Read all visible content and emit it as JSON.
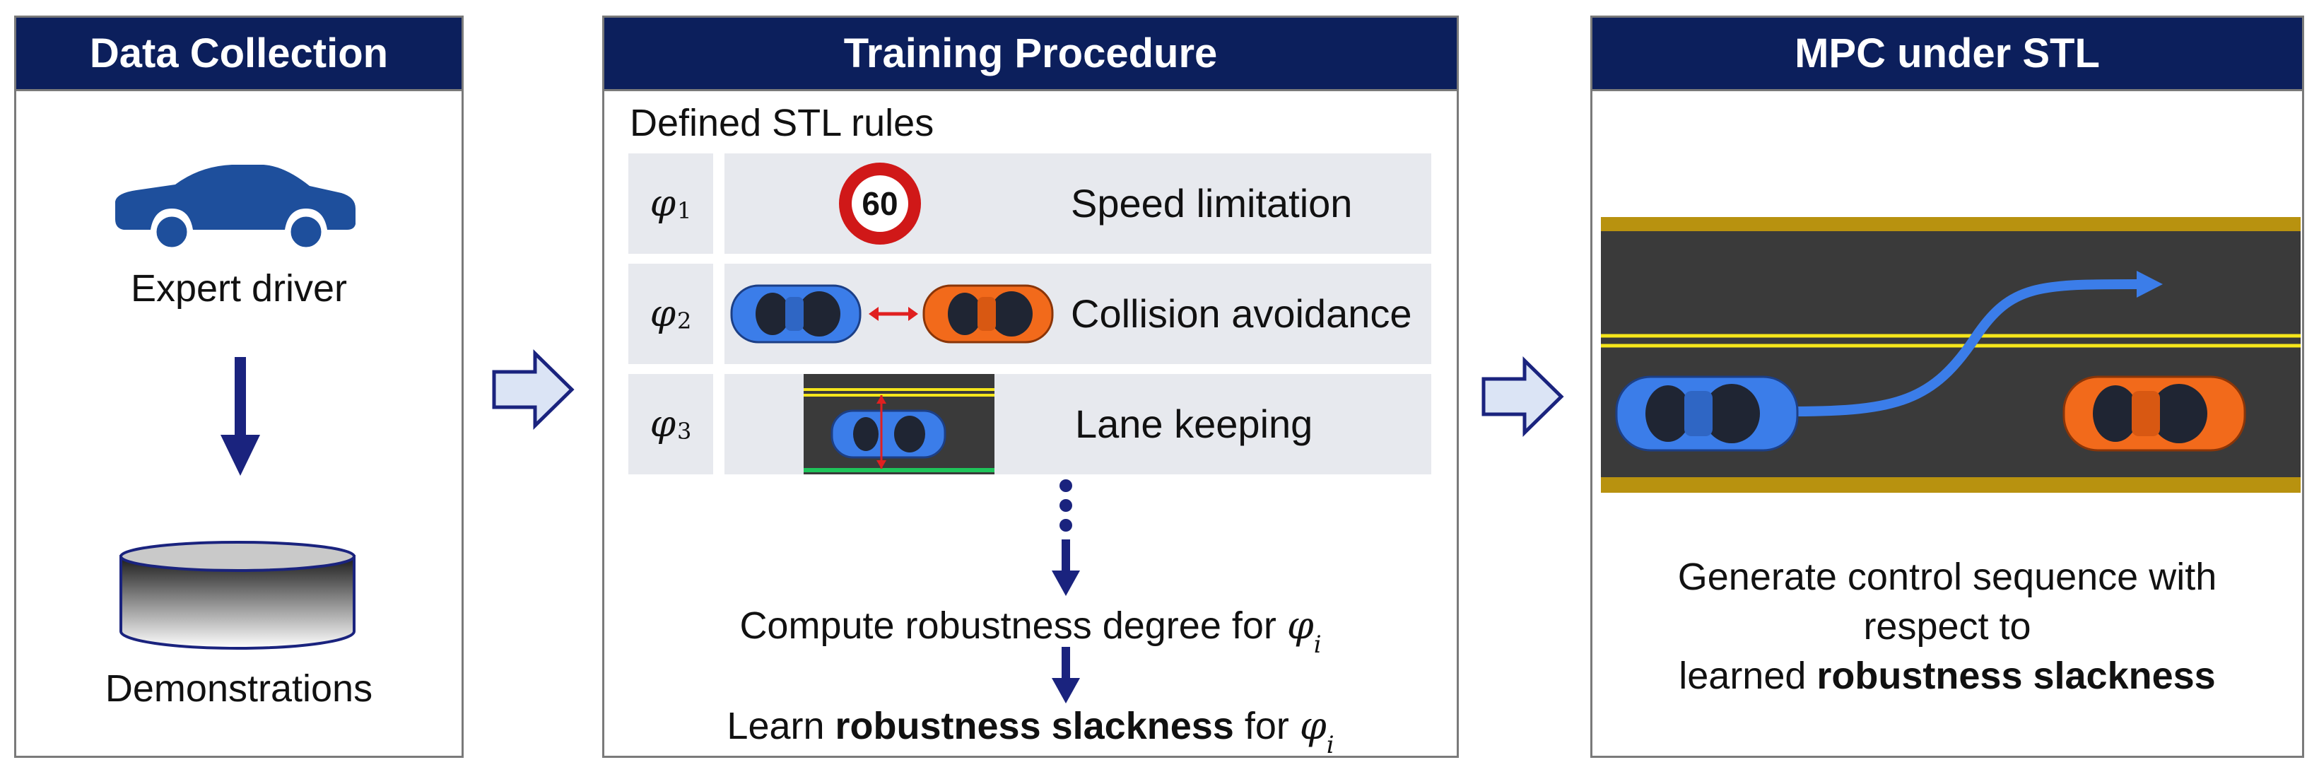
{
  "panels": {
    "data_collection": {
      "title": "Data Collection",
      "expert_label": "Expert driver",
      "demo_label": "Demonstrations"
    },
    "training": {
      "title": "Training Procedure",
      "rules_heading": "Defined STL rules",
      "rules": [
        {
          "symbol": "φ",
          "index": "1",
          "label": "Speed limitation",
          "sign_value": "60"
        },
        {
          "symbol": "φ",
          "index": "2",
          "label": "Collision avoidance"
        },
        {
          "symbol": "φ",
          "index": "3",
          "label": "Lane keeping"
        }
      ],
      "step1_text": "Compute robustness degree for ",
      "step2_pre": "Learn ",
      "step2_bold": "robustness slackness",
      "step2_post": " for ",
      "phi_symbol": "φ",
      "phi_index": "i"
    },
    "mpc": {
      "title": "MPC under STL",
      "line1": "Generate control sequence with",
      "line2": "respect to",
      "line3_pre": "learned ",
      "line3_bold": "robustness slackness"
    }
  },
  "colors": {
    "header_navy": "#0c1f5c",
    "arrow_navy": "#1a237e",
    "car_blue": "#3b7de9",
    "car_orange": "#f26a1b",
    "road_dark": "#3a3a3a",
    "road_gold": "#b8920f",
    "lane_yellow": "#f5e61b",
    "expert_car": "#1e4f9c"
  },
  "icons": [
    "car-icon",
    "database-icon",
    "speed-limit-sign-icon",
    "hollow-arrow-icon"
  ]
}
